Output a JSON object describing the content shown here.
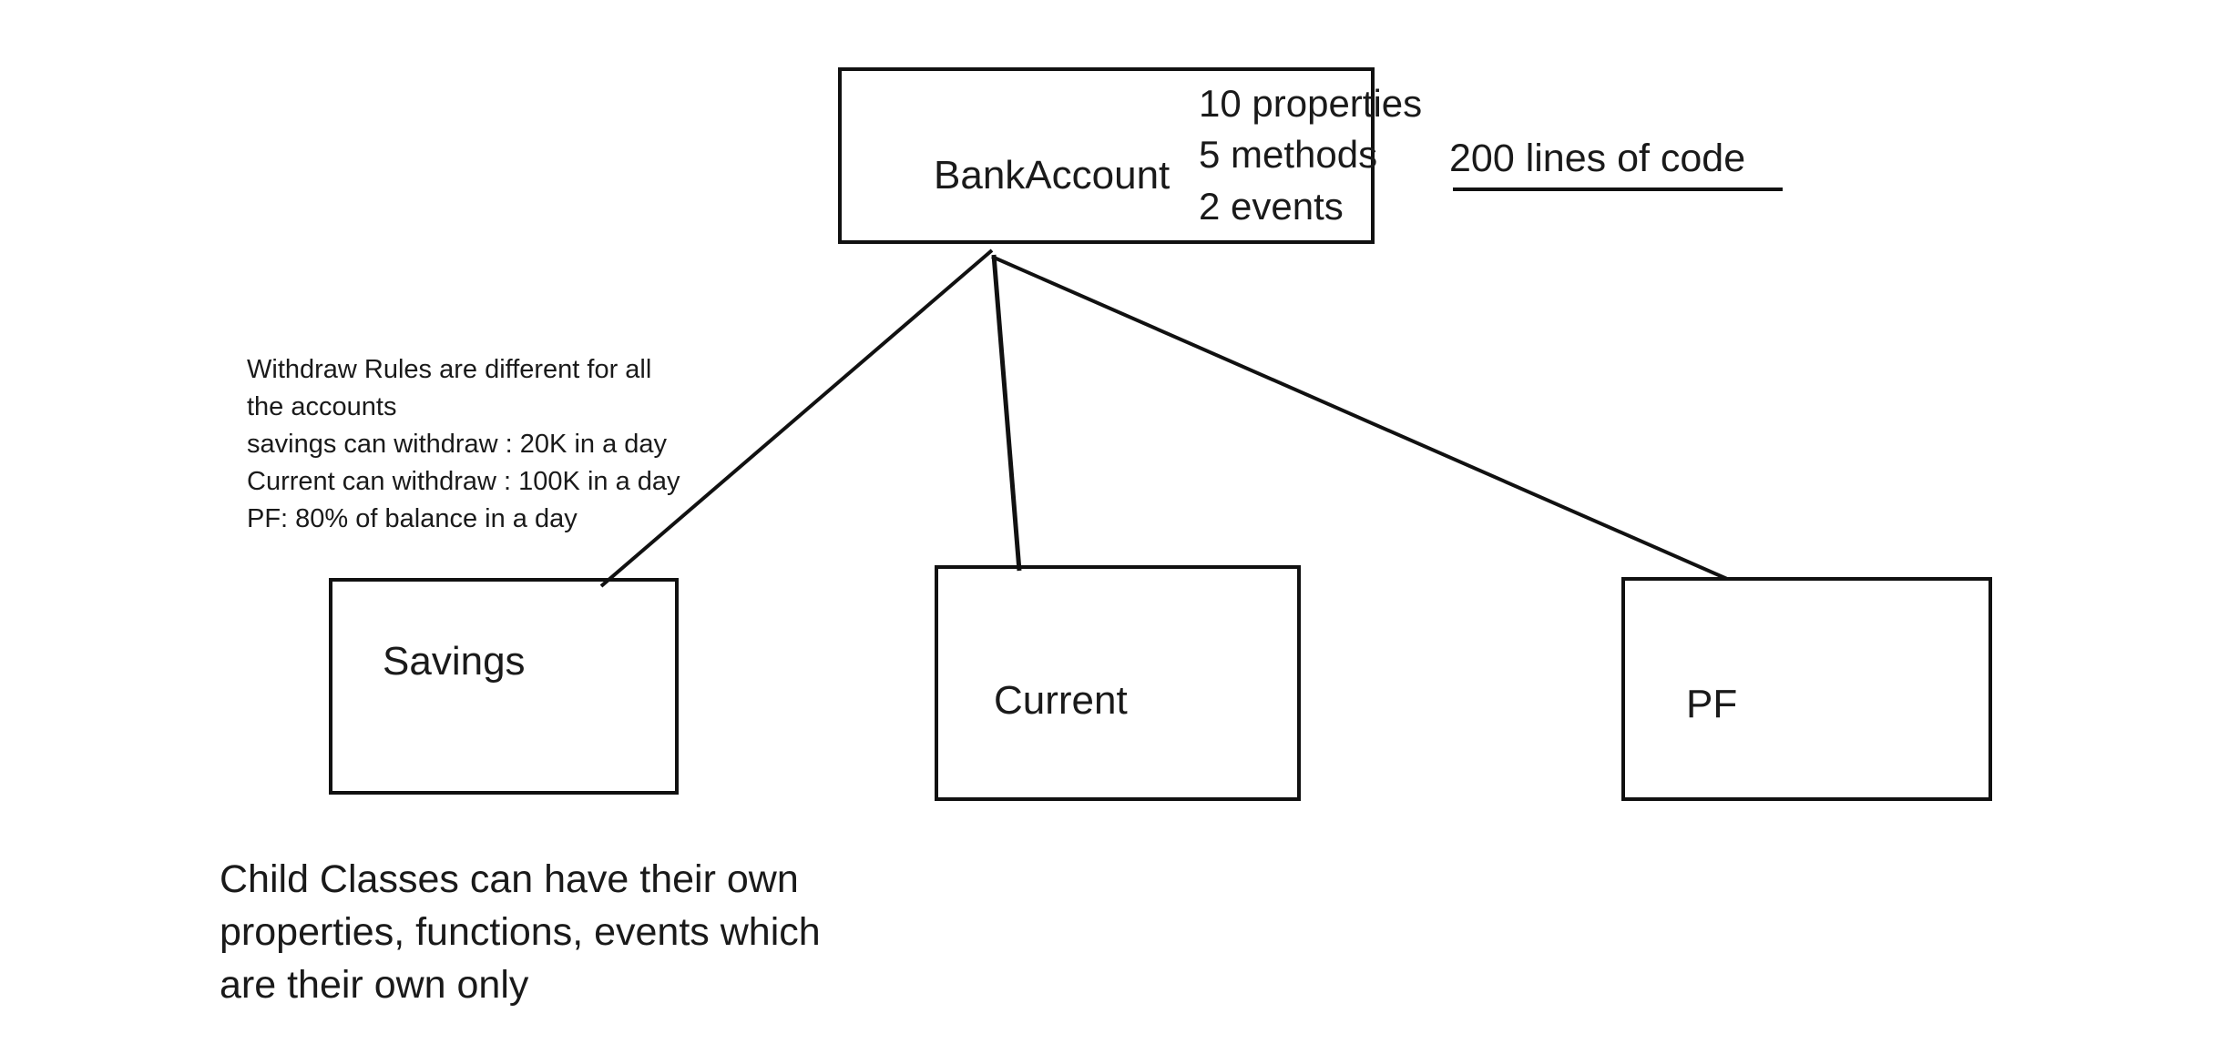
{
  "parent": {
    "name": "BankAccount",
    "stats": [
      "10 properties",
      "5 methods",
      "2 events"
    ],
    "code_size": "200 lines of code"
  },
  "children": [
    {
      "name": "Savings"
    },
    {
      "name": "Current"
    },
    {
      "name": "PF"
    }
  ],
  "withdraw_rules": [
    "Withdraw Rules are different for all",
    "the accounts",
    "savings can withdraw : 20K in a day",
    "Current can withdraw : 100K in a day",
    "PF: 80% of balance in a day"
  ],
  "child_note": [
    "Child Classes can have their own",
    "properties, functions, events which",
    "are their own only"
  ],
  "colors": {
    "stroke": "#111111",
    "text": "#1a1a1a",
    "background": "#ffffff"
  }
}
